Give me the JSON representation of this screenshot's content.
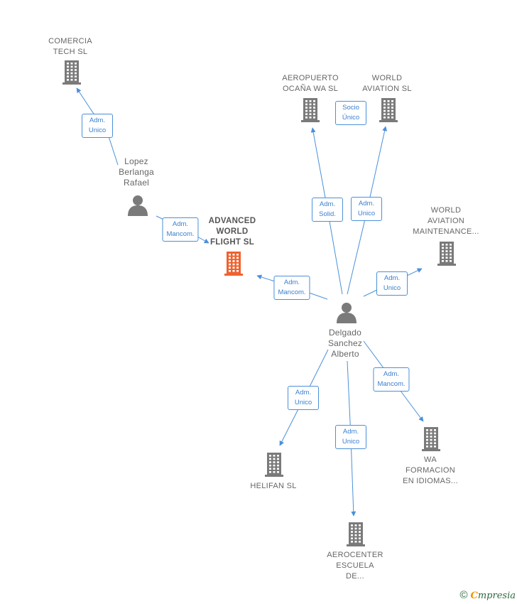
{
  "colors": {
    "company": "#7a7a7a",
    "focus": "#f0622f",
    "person": "#7a7a7a",
    "edge": "#4a90d9"
  },
  "nodes": {
    "comercia": {
      "label": "COMERCIA\nTECH  SL",
      "type": "company"
    },
    "lopez": {
      "label": "Lopez\nBerlanga\nRafael",
      "type": "person"
    },
    "advanced": {
      "label": "ADVANCED\nWORLD\nFLIGHT  SL",
      "type": "focus"
    },
    "aeropuerto": {
      "label": "AEROPUERTO\nOCAÑA WA  SL",
      "type": "company"
    },
    "world_aviation": {
      "label": "WORLD\nAVIATION  SL",
      "type": "company"
    },
    "world_maint": {
      "label": "WORLD\nAVIATION\nMAINTENANCE...",
      "type": "company"
    },
    "delgado": {
      "label": "Delgado\nSanchez\nAlberto",
      "type": "person"
    },
    "helifan": {
      "label": "HELIFAN SL",
      "type": "company"
    },
    "aerocenter": {
      "label": "AEROCENTER\nESCUELA\nDE...",
      "type": "company"
    },
    "wa_formacion": {
      "label": "WA\nFORMACION\nEN IDIOMAS...",
      "type": "company"
    }
  },
  "edges": {
    "lopez_comercia": "Adm.\nUnico",
    "lopez_advanced": "Adm.\nMancom.",
    "socio_unico": "Socio\nÚnico",
    "delgado_aeropuerto": "Adm.\nSolid.",
    "delgado_world_aviation": "Adm.\nUnico",
    "delgado_world_maint": "Adm.\nUnico",
    "delgado_advanced": "Adm.\nMancom.",
    "delgado_helifan": "Adm.\nUnico",
    "delgado_aerocenter": "Adm.\nUnico",
    "delgado_wa_formacion": "Adm.\nMancom."
  },
  "footer": {
    "copyright": "©",
    "brand_initial": "C",
    "brand_rest": "mpresia"
  }
}
